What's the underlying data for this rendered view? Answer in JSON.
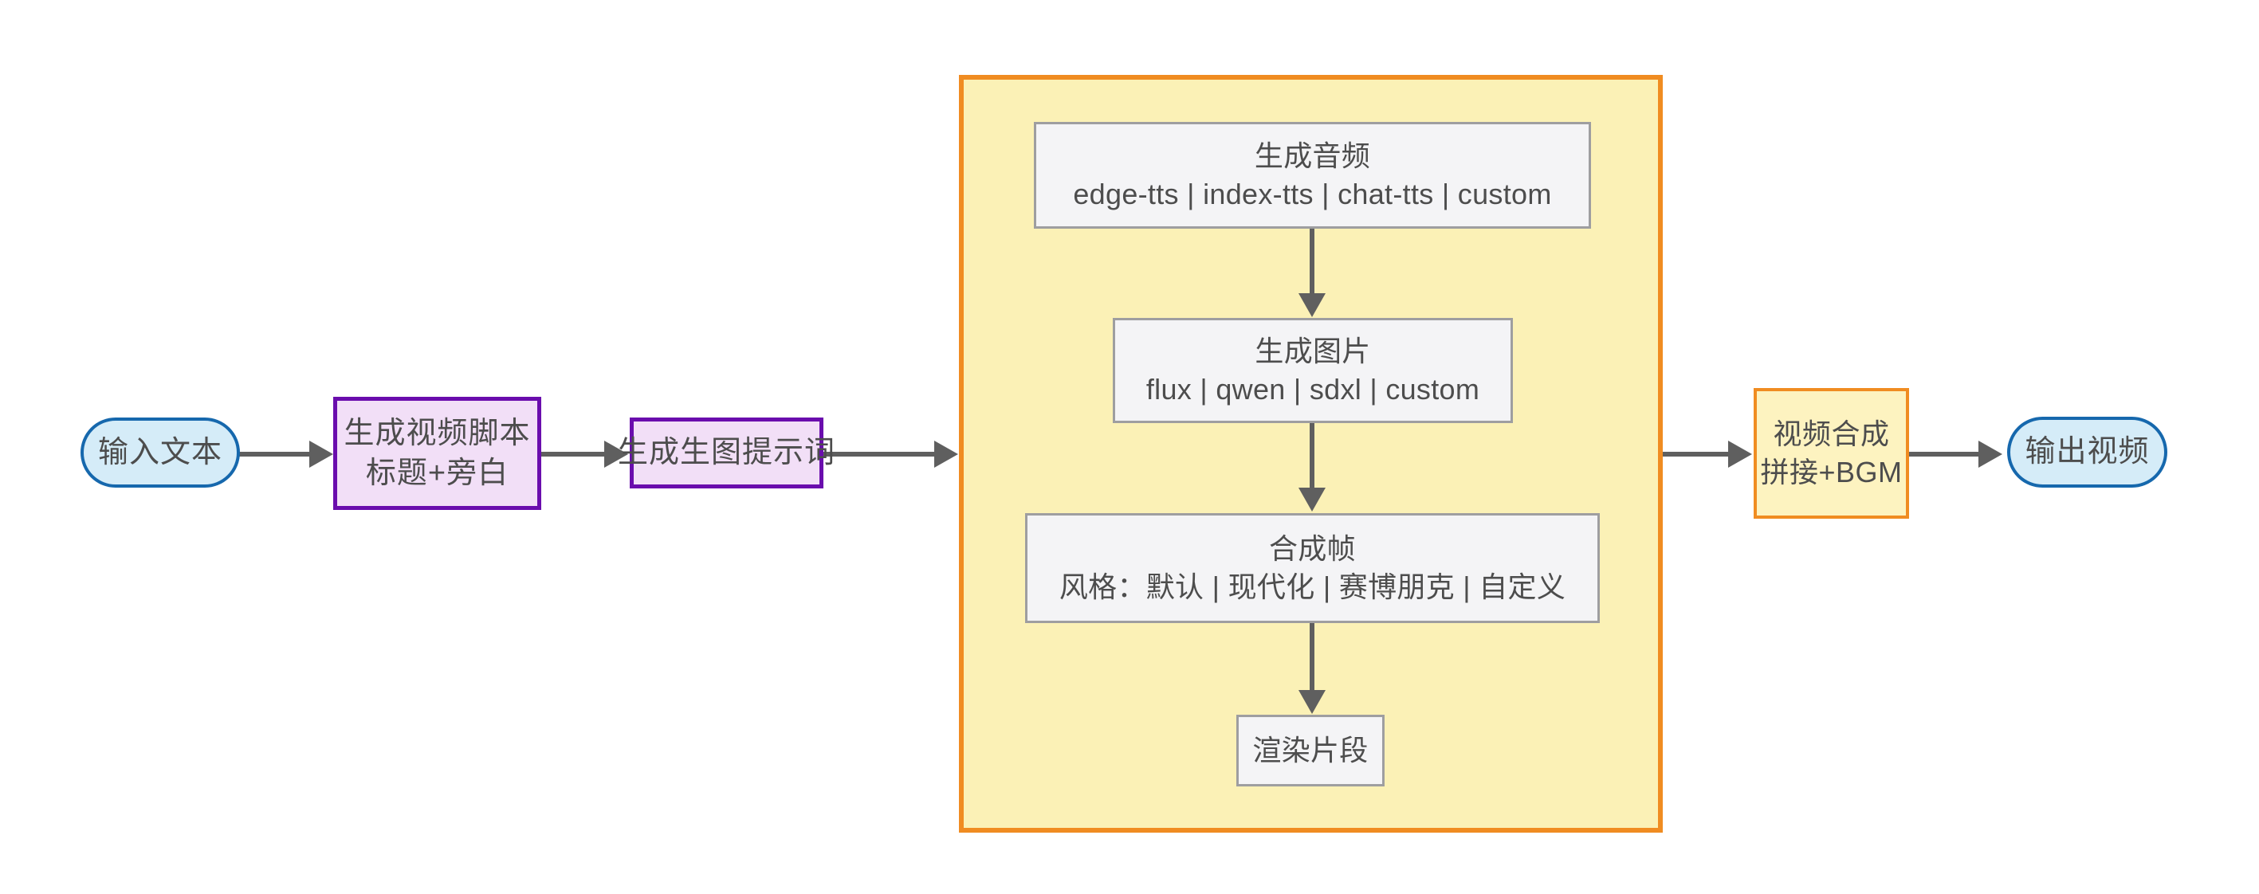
{
  "diagram": {
    "type": "flowchart",
    "direction": "left-to-right",
    "nodes": {
      "input": {
        "label": "输入文本",
        "shape": "stadium",
        "fill": "#d5ecf8",
        "stroke": "#1668ad"
      },
      "script": {
        "line1": "生成视频脚本",
        "line2": "标题+旁白",
        "shape": "rect",
        "fill": "#f2dff7",
        "stroke": "#6a0dad"
      },
      "prompt": {
        "label": "生成生图提示词",
        "shape": "rect",
        "fill": "#f2dff7",
        "stroke": "#6a0dad"
      },
      "audio": {
        "line1": "生成音频",
        "line2": "edge-tts | index-tts | chat-tts | custom",
        "shape": "rect",
        "fill": "#f4f4f6",
        "stroke": "#9e9ea0"
      },
      "image": {
        "line1": "生成图片",
        "line2": "flux | qwen | sdxl | custom",
        "shape": "rect",
        "fill": "#f4f4f6",
        "stroke": "#9e9ea0"
      },
      "frame": {
        "line1": "合成帧",
        "line2": "风格：默认 | 现代化 | 赛博朋克 | 自定义",
        "shape": "rect",
        "fill": "#f4f4f6",
        "stroke": "#9e9ea0"
      },
      "render": {
        "label": "渲染片段",
        "shape": "rect",
        "fill": "#f4f4f6",
        "stroke": "#9e9ea0"
      },
      "compose": {
        "line1": "视频合成",
        "line2": "拼接+BGM",
        "shape": "rect",
        "fill": "#fdf3c0",
        "stroke": "#f08c21"
      },
      "output": {
        "label": "输出视频",
        "shape": "stadium",
        "fill": "#d5ecf8",
        "stroke": "#1668ad"
      }
    },
    "subgraph": {
      "fill": "#fbf1b6",
      "stroke": "#f08c21"
    },
    "edges": [
      {
        "from": "input",
        "to": "script"
      },
      {
        "from": "script",
        "to": "prompt"
      },
      {
        "from": "prompt",
        "to": "subgraph"
      },
      {
        "from": "audio",
        "to": "image"
      },
      {
        "from": "image",
        "to": "frame"
      },
      {
        "from": "frame",
        "to": "render"
      },
      {
        "from": "subgraph",
        "to": "compose"
      },
      {
        "from": "compose",
        "to": "output"
      }
    ],
    "edge_color": "#5f5f5f",
    "text_color": "#4d4d4d"
  }
}
